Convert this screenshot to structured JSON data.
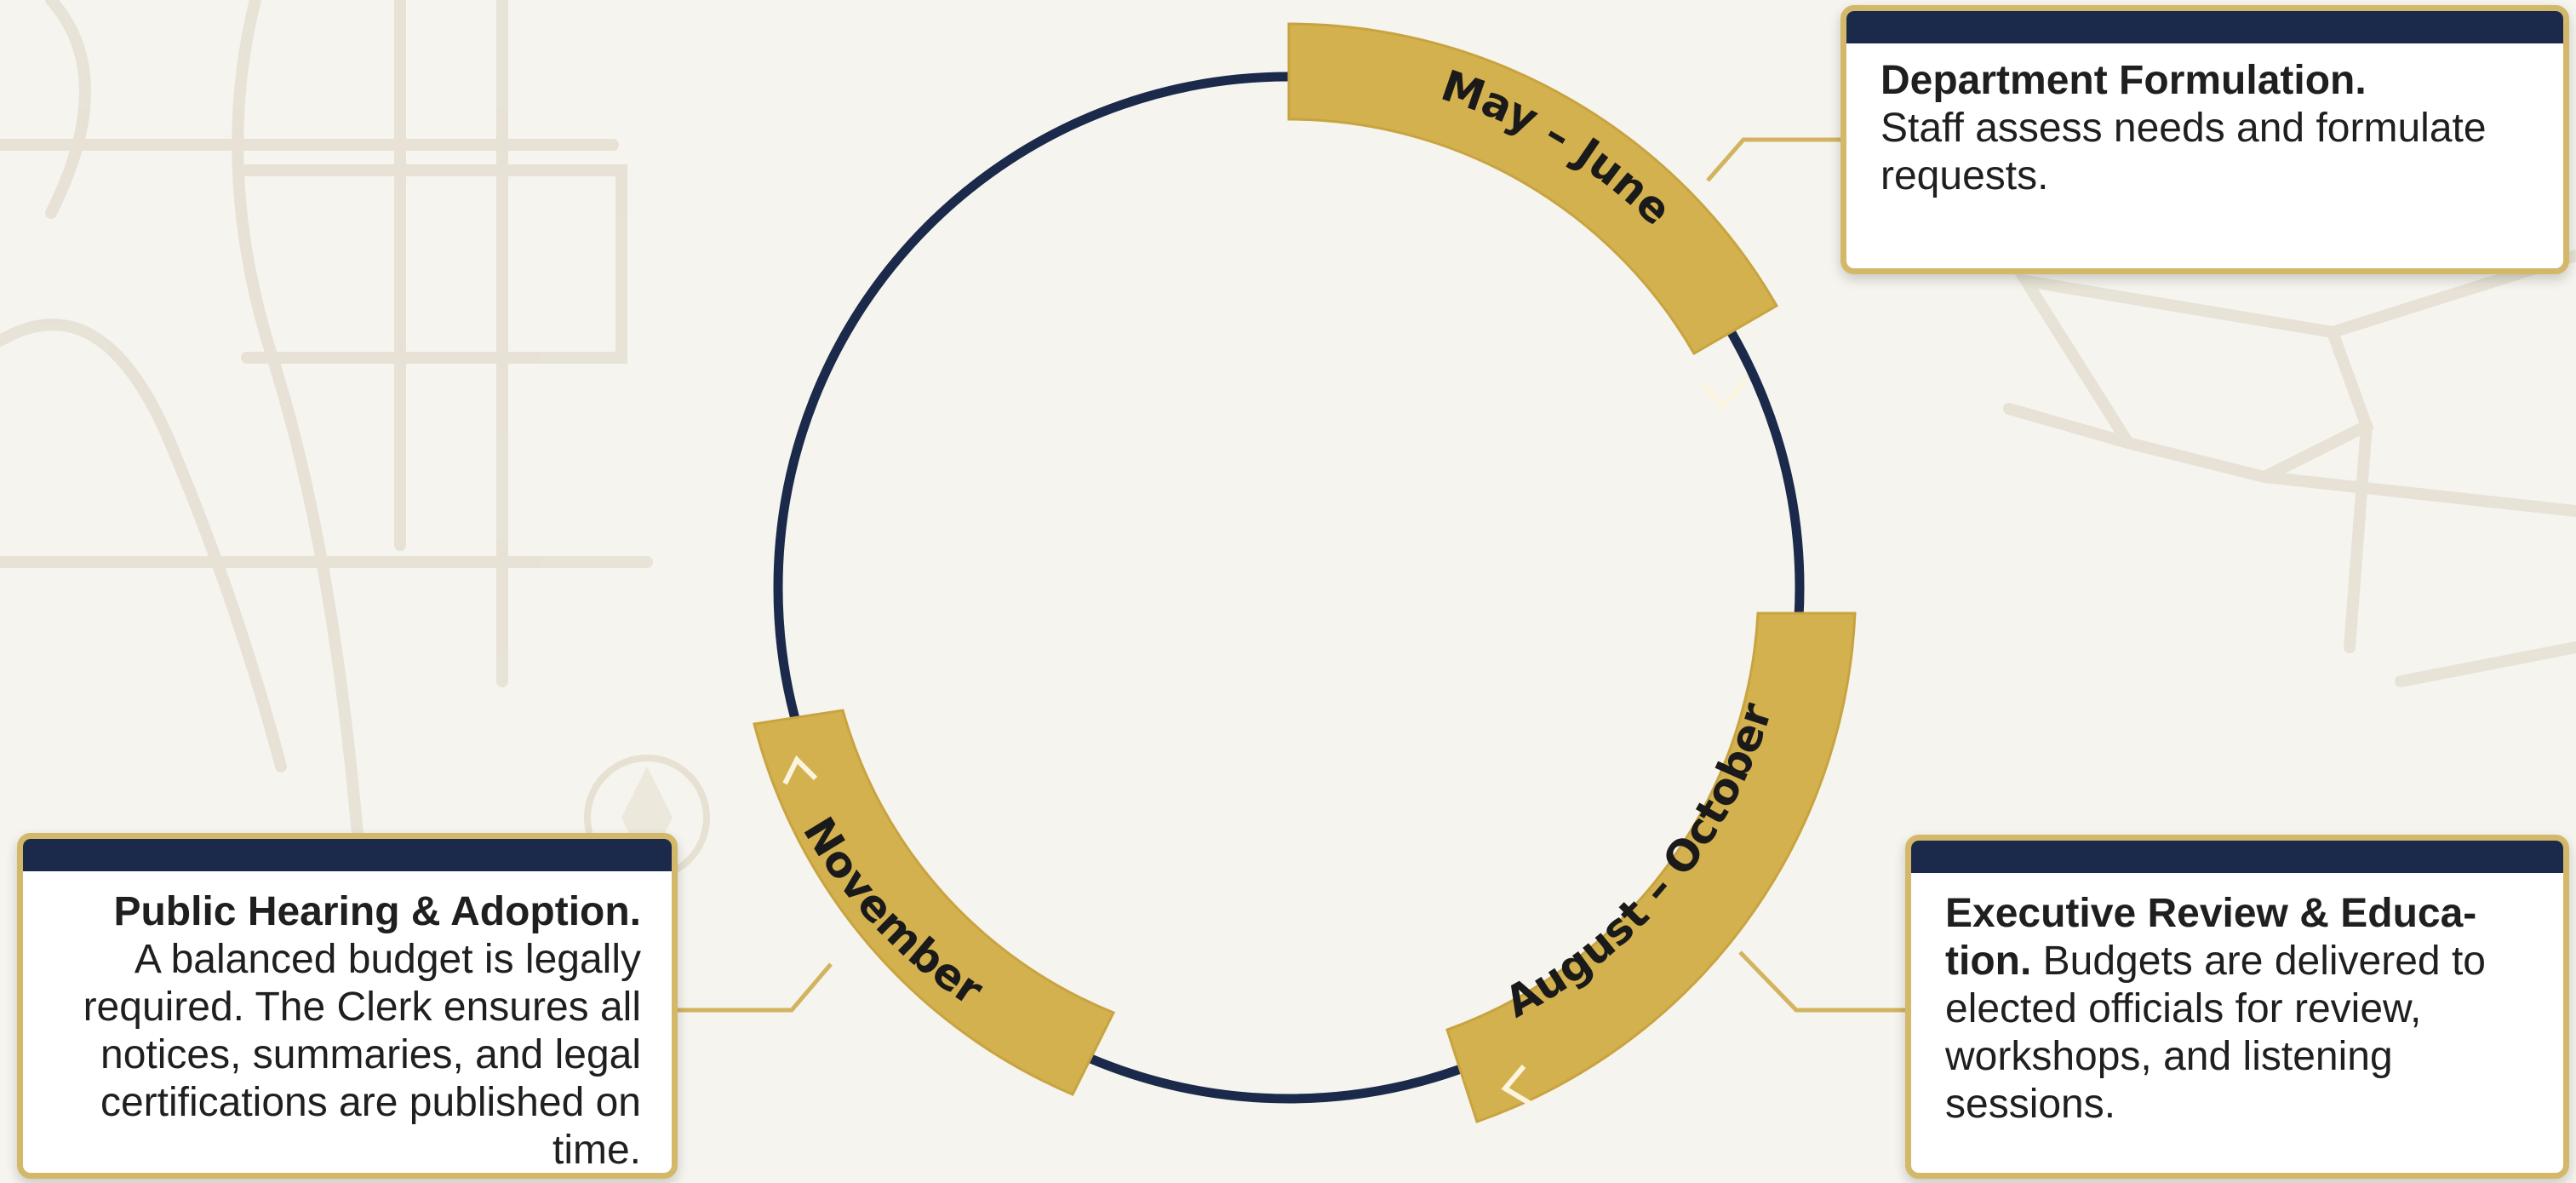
{
  "cycle": {
    "segments": [
      {
        "id": "may-june",
        "label": "May – June"
      },
      {
        "id": "august-october",
        "label": "August – October"
      },
      {
        "id": "november",
        "label": "November"
      }
    ]
  },
  "cards": {
    "dept": {
      "title": "Department Formulation.",
      "body": "Staff assess needs and formulate requests."
    },
    "exec": {
      "title": "Executive Review & Educa- tion.",
      "body": "Budgets are delivered to elected officials for review, workshops, and listening sessions."
    },
    "public": {
      "title": "Public Hearing & Adoption.",
      "body": "A balanced budget is legally required. The Clerk ensures all notices, summaries, and legal certifications are published on time."
    }
  },
  "colors": {
    "ring": "#1b2a4a",
    "band": "#d4b14f",
    "card_bar": "#1b2a4a",
    "card_border": "#d4b86a",
    "background": "#f6f4ee"
  }
}
